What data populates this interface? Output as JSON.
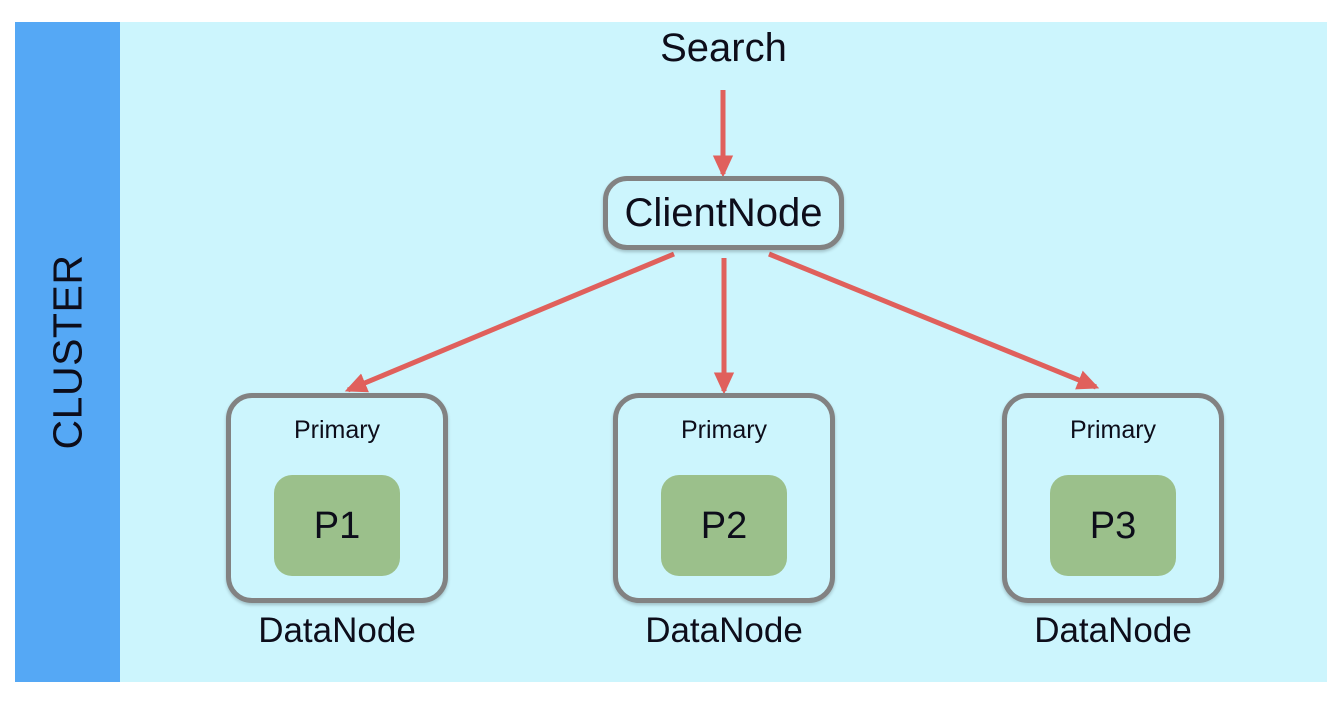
{
  "diagram": {
    "title": "Elasticsearch cluster search routing diagram",
    "background_color": "#ccf5fd",
    "page_color": "#ffffff",
    "cluster_band_color": "#55a8f5",
    "node_border_color": "#828282",
    "shard_color": "#9bc08b",
    "arrow_color": "#e0605c",
    "text_color": "#0d0d1a"
  },
  "cluster": {
    "label": "CLUSTER"
  },
  "entrypoint": {
    "label": "Search"
  },
  "client_node": {
    "label": "ClientNode"
  },
  "data_nodes": [
    {
      "role_label": "Primary",
      "shard_label": "P1",
      "caption": "DataNode"
    },
    {
      "role_label": "Primary",
      "shard_label": "P2",
      "caption": "DataNode"
    },
    {
      "role_label": "Primary",
      "shard_label": "P3",
      "caption": "DataNode"
    }
  ],
  "arrows": [
    {
      "name": "search-to-clientnode",
      "from": "Search",
      "to": "ClientNode"
    },
    {
      "name": "clientnode-to-datanode-1",
      "from": "ClientNode",
      "to": "DataNode P1"
    },
    {
      "name": "clientnode-to-datanode-2",
      "from": "ClientNode",
      "to": "DataNode P2"
    },
    {
      "name": "clientnode-to-datanode-3",
      "from": "ClientNode",
      "to": "DataNode P3"
    }
  ]
}
